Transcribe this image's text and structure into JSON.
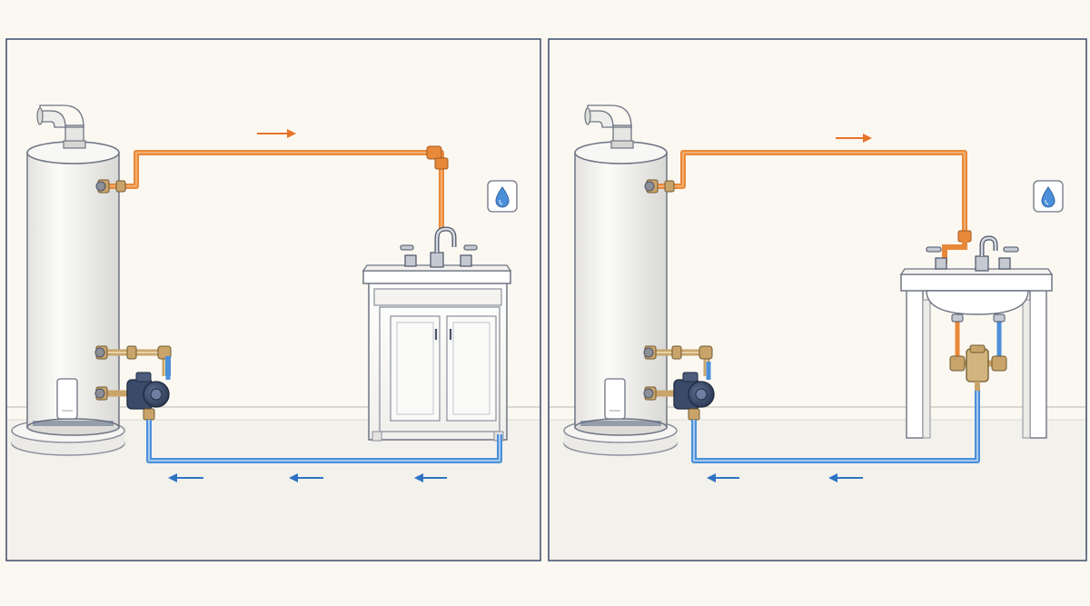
{
  "diagrams": [
    {
      "id": "left",
      "variant": "dedicated-return-line",
      "hot_flow_arrows": 1,
      "return_flow_arrows": 3,
      "components": [
        "water-heater",
        "recirculation-pump",
        "hot-supply-pipe",
        "return-pipe",
        "vanity-cabinet",
        "faucet",
        "water-drop-icon"
      ]
    },
    {
      "id": "right",
      "variant": "under-sink-crossover",
      "hot_flow_arrows": 1,
      "return_flow_arrows": 2,
      "components": [
        "water-heater",
        "recirculation-pump",
        "hot-supply-pipe",
        "return-pipe",
        "sink-stand",
        "faucet",
        "crossover-valve",
        "water-drop-icon"
      ]
    }
  ],
  "colors": {
    "background": "#fbf8f1",
    "panel_border": "#3b4a6b",
    "hot_pipe": "#e8893a",
    "hot_arrow": "#e8742a",
    "return_pipe": "#4b8fd9",
    "return_arrow": "#2f72c4",
    "pump": "#2f3e58",
    "brass": "#c9a46a",
    "outline": "#4a5368"
  },
  "icons": [
    "water-drop-icon",
    "arrow-right-icon",
    "arrow-left-icon"
  ]
}
